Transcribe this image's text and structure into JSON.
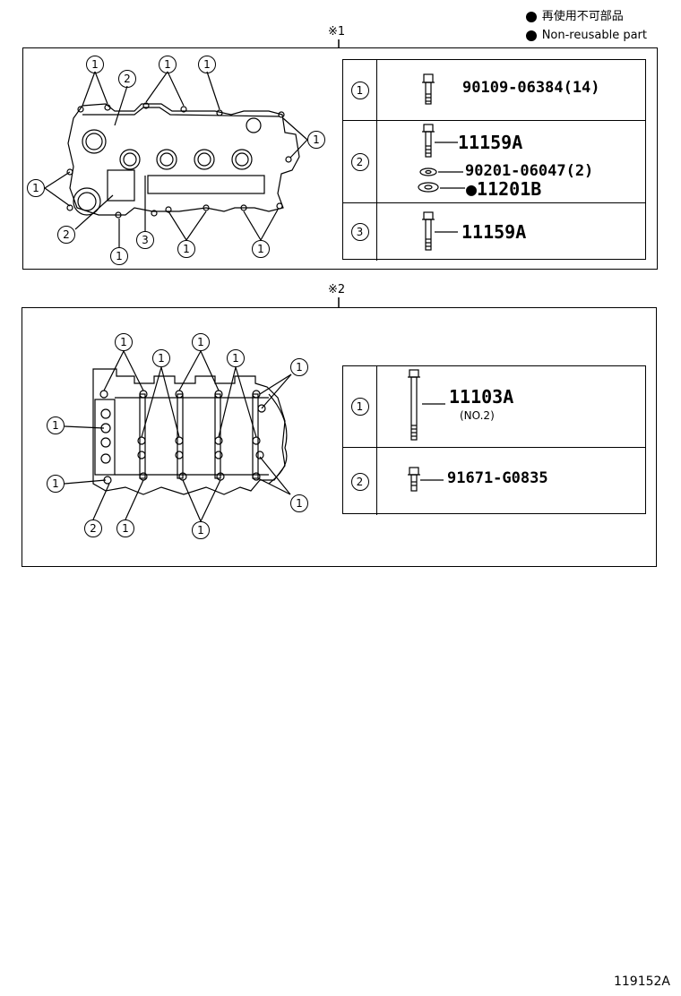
{
  "legend": {
    "non_reusable_ja": "再使用不可部品",
    "non_reusable_en": "Non-reusable part"
  },
  "section1": {
    "marker": "※1",
    "callouts": [
      "1",
      "2",
      "1",
      "1",
      "1",
      "1",
      "2",
      "1",
      "3",
      "1",
      "1"
    ],
    "table": [
      {
        "num": "1",
        "parts": [
          "90109-06384(14)"
        ]
      },
      {
        "num": "2",
        "parts": [
          "11159A",
          "90201-06047(2)",
          "●11201B"
        ]
      },
      {
        "num": "3",
        "parts": [
          "11159A"
        ]
      }
    ]
  },
  "section2": {
    "marker": "※2",
    "callouts": [
      "1",
      "1",
      "1",
      "1",
      "1",
      "1",
      "1",
      "2",
      "1",
      "1",
      "1"
    ],
    "table": [
      {
        "num": "1",
        "parts": [
          "11103A"
        ],
        "sub": "(NO.2)"
      },
      {
        "num": "2",
        "parts": [
          "91671-G0835"
        ]
      }
    ]
  },
  "footer": {
    "code": "119152A"
  }
}
